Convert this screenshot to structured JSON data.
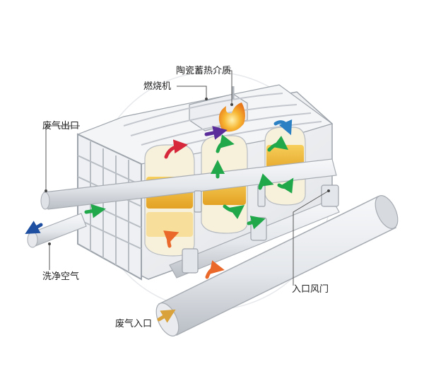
{
  "labels": {
    "ceramic": "陶瓷蓄热介质",
    "burner": "燃烧机",
    "exhaust_out": "废气出口",
    "clean_air": "洗净空气",
    "inlet_valve": "入口风门",
    "exhaust_in": "废气入口"
  },
  "colors": {
    "bed_fill": "#f2b733",
    "bed_dark": "#c88512",
    "flame": "#f29a1a",
    "arrow_green": "#20a84a",
    "arrow_red": "#d6283a",
    "arrow_purple": "#5a2d9a",
    "arrow_blue": "#2b7fc3",
    "arrow_orange": "#e9682a",
    "arrow_gold": "#d9a23a",
    "arrow_navy": "#1f4fa0"
  },
  "icons": [
    "flame-icon",
    "flow-arrow-icon"
  ]
}
